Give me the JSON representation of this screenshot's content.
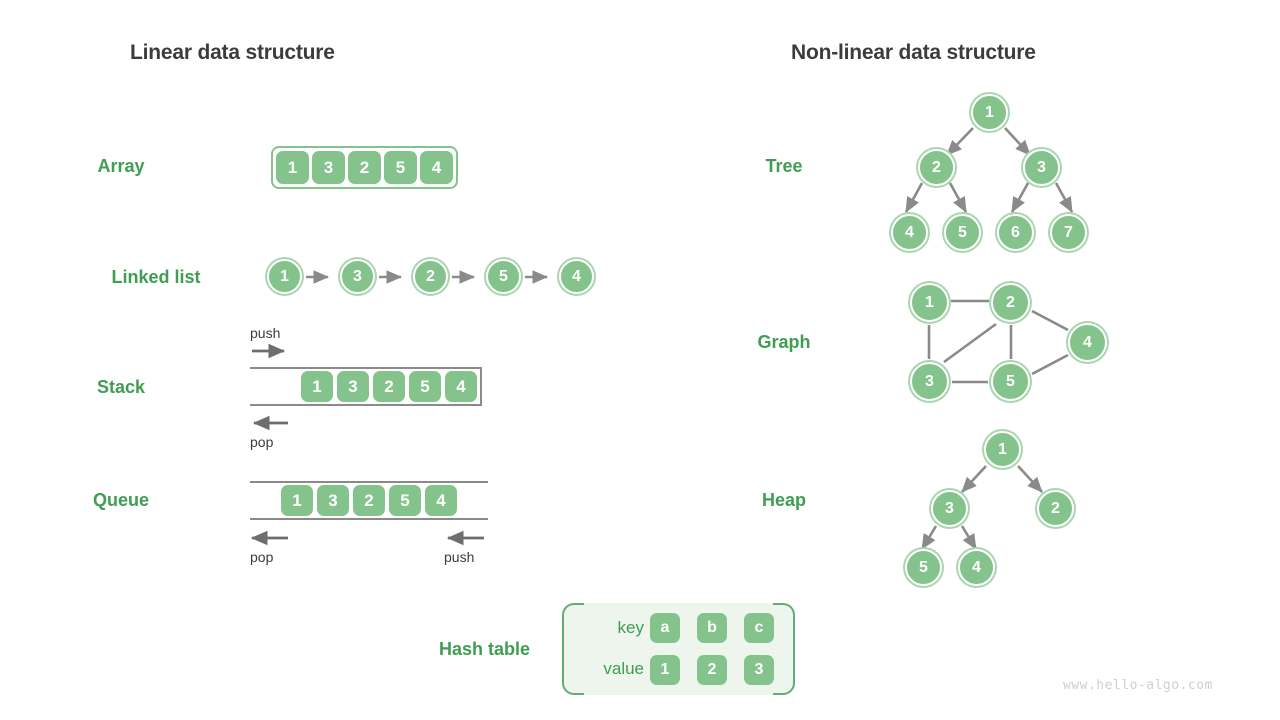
{
  "headings": {
    "linear": "Linear data structure",
    "nonlinear": "Non-linear data structure"
  },
  "labels": {
    "array": "Array",
    "linked_list": "Linked list",
    "stack": "Stack",
    "queue": "Queue",
    "hash_table": "Hash table",
    "tree": "Tree",
    "graph": "Graph",
    "heap": "Heap"
  },
  "array": {
    "values": [
      "1",
      "3",
      "2",
      "5",
      "4"
    ]
  },
  "linked_list": {
    "values": [
      "1",
      "3",
      "2",
      "5",
      "4"
    ]
  },
  "stack": {
    "values": [
      "1",
      "3",
      "2",
      "5",
      "4"
    ],
    "push_label": "push",
    "pop_label": "pop"
  },
  "queue": {
    "values": [
      "1",
      "3",
      "2",
      "5",
      "4"
    ],
    "pop_label": "pop",
    "push_label": "push"
  },
  "hash_table": {
    "key_label": "key",
    "value_label": "value",
    "keys": [
      "a",
      "b",
      "c"
    ],
    "values": [
      "1",
      "2",
      "3"
    ]
  },
  "tree": {
    "nodes": [
      "1",
      "2",
      "3",
      "4",
      "5",
      "6",
      "7"
    ]
  },
  "graph": {
    "nodes": [
      "1",
      "2",
      "3",
      "4",
      "5"
    ],
    "edges": [
      [
        1,
        2
      ],
      [
        1,
        3
      ],
      [
        2,
        3
      ],
      [
        2,
        5
      ],
      [
        2,
        4
      ],
      [
        3,
        5
      ],
      [
        5,
        4
      ]
    ]
  },
  "heap": {
    "nodes": [
      "1",
      "3",
      "2",
      "5",
      "4"
    ]
  },
  "watermark": "www.hello-algo.com",
  "colors": {
    "green_fill": "#84c48c",
    "green_ring": "#a9d6af",
    "green_text": "#3f9e52",
    "panel_bg": "#edf5ed",
    "panel_border": "#63ad73",
    "arrow_gray": "#8a8a8a",
    "heading_gray": "#3c3c3c",
    "watermark_gray": "#cfcfcf"
  }
}
